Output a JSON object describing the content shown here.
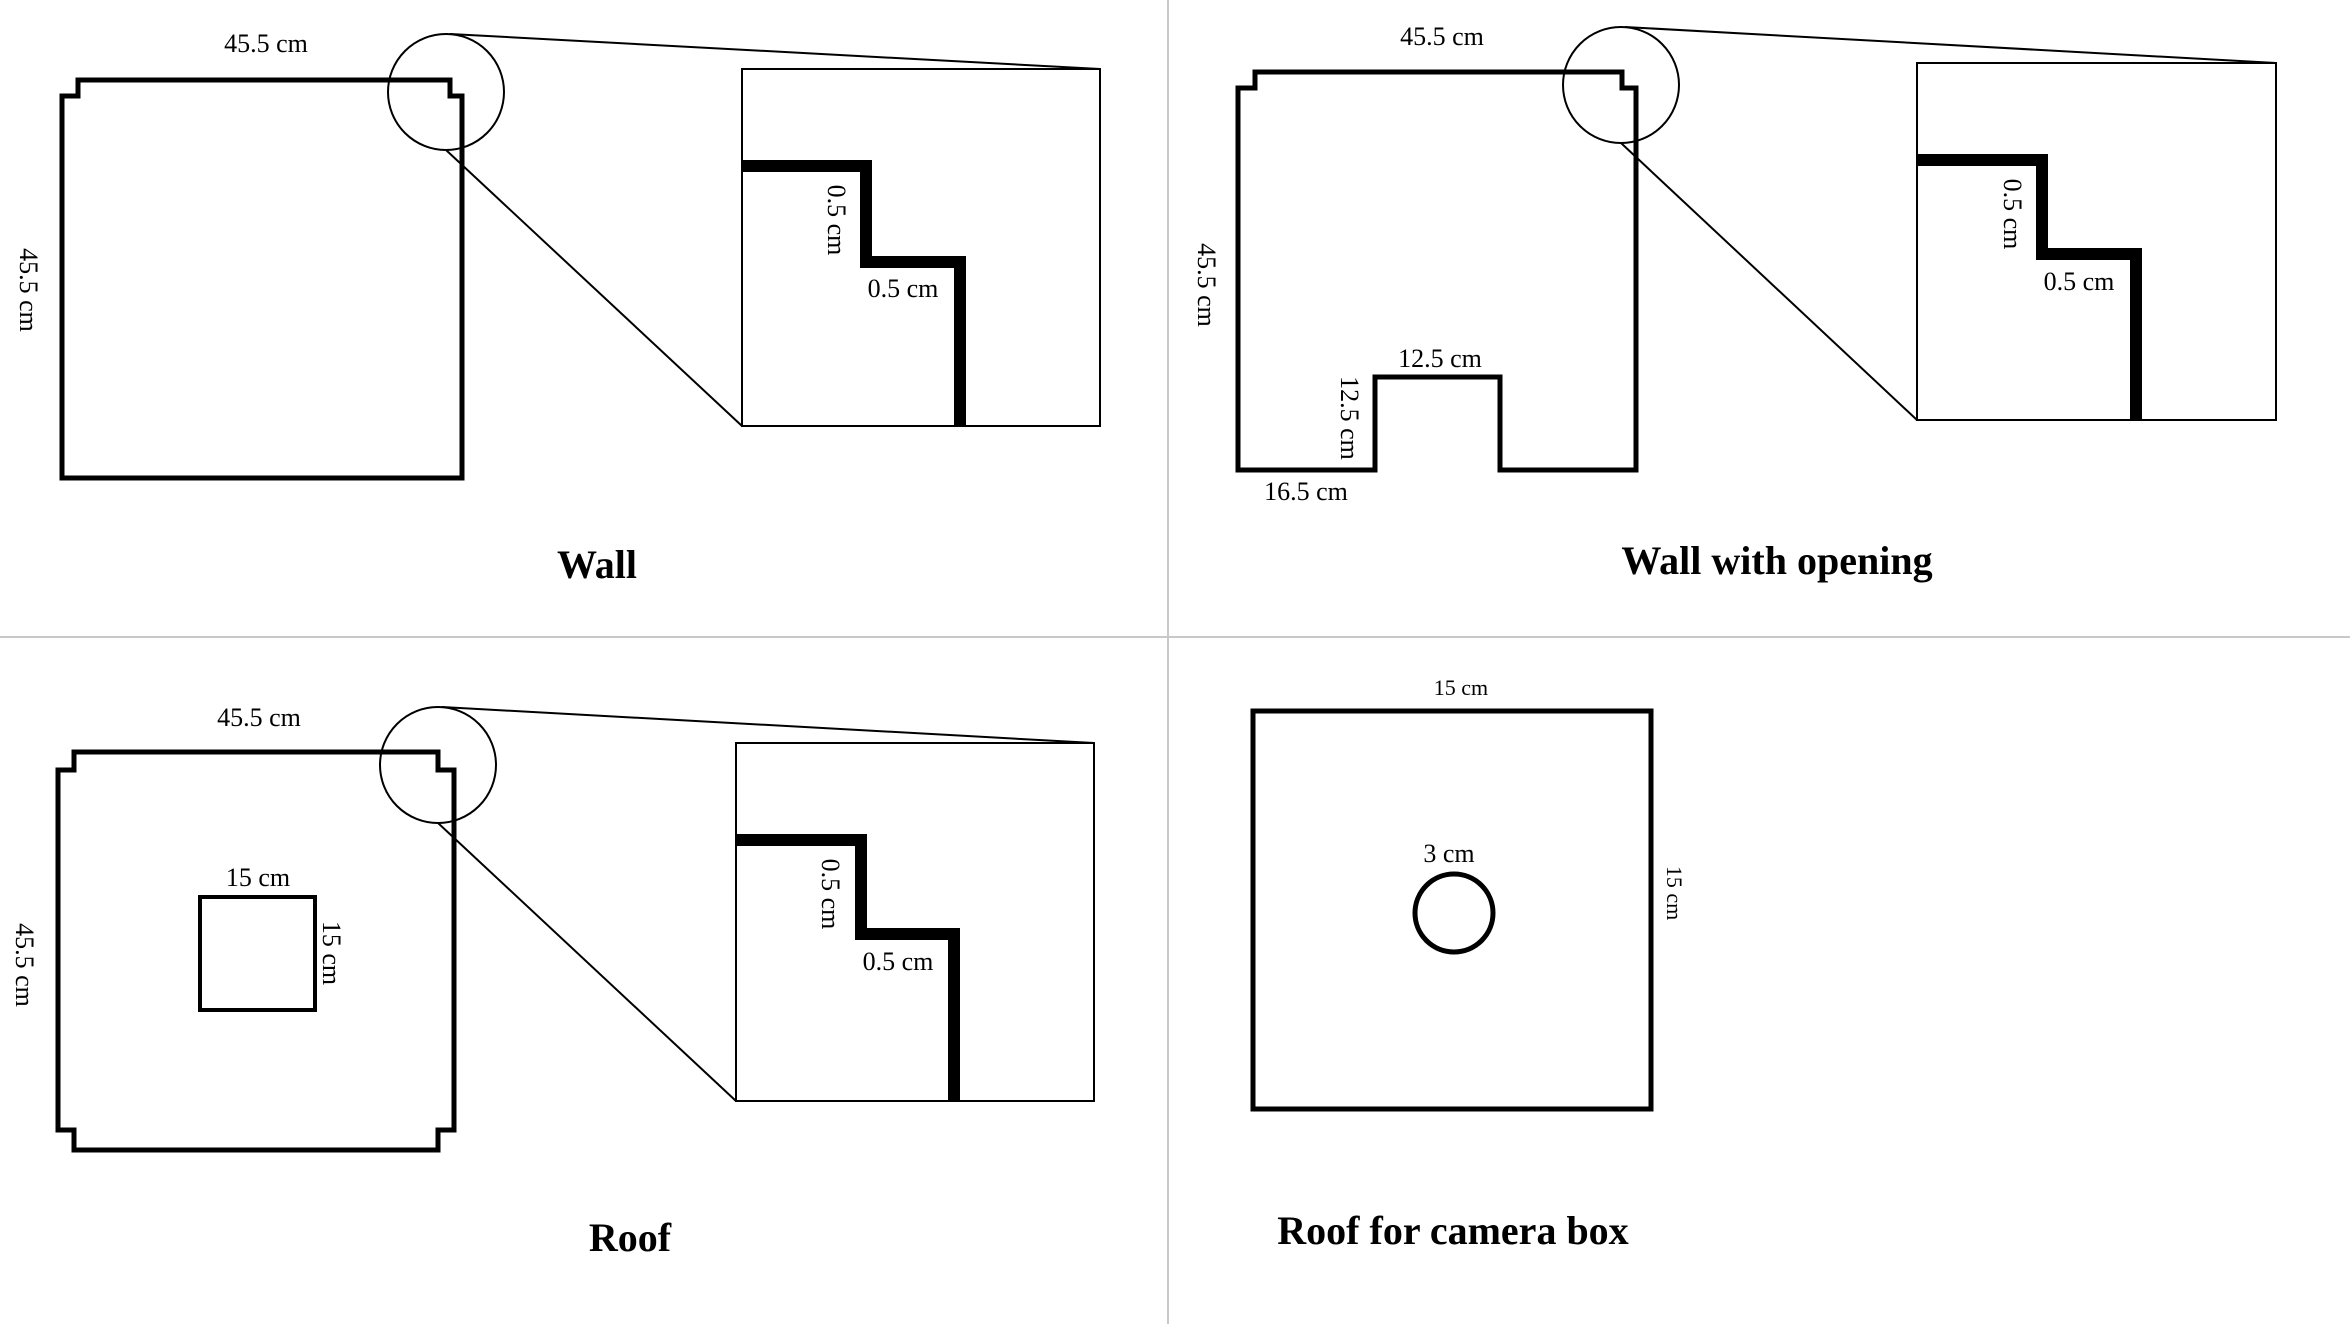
{
  "panels": {
    "wall": {
      "title": "Wall",
      "top_dim": "45.5 cm",
      "side_dim": "45.5 cm",
      "zoom_vertical_dim": "0.5 cm",
      "zoom_horizontal_dim": "0.5 cm"
    },
    "wall_opening": {
      "title": "Wall with opening",
      "top_dim": "45.5 cm",
      "side_dim": "45.5 cm",
      "opening_width_dim": "12.5 cm",
      "opening_height_dim": "12.5 cm",
      "bottom_left_dim": "16.5 cm",
      "zoom_vertical_dim": "0.5 cm",
      "zoom_horizontal_dim": "0.5 cm"
    },
    "roof": {
      "title": "Roof",
      "top_dim": "45.5 cm",
      "side_dim": "45.5 cm",
      "hole_width_dim": "15 cm",
      "hole_height_dim": "15 cm",
      "zoom_vertical_dim": "0.5 cm",
      "zoom_horizontal_dim": "0.5 cm"
    },
    "camera_roof": {
      "title": "Roof for camera box",
      "top_dim": "15 cm",
      "side_dim": "15 cm",
      "circle_dim": "3 cm"
    }
  },
  "colors": {
    "ink": "#000000",
    "divider": "#c8c8c8",
    "background": "#ffffff"
  }
}
